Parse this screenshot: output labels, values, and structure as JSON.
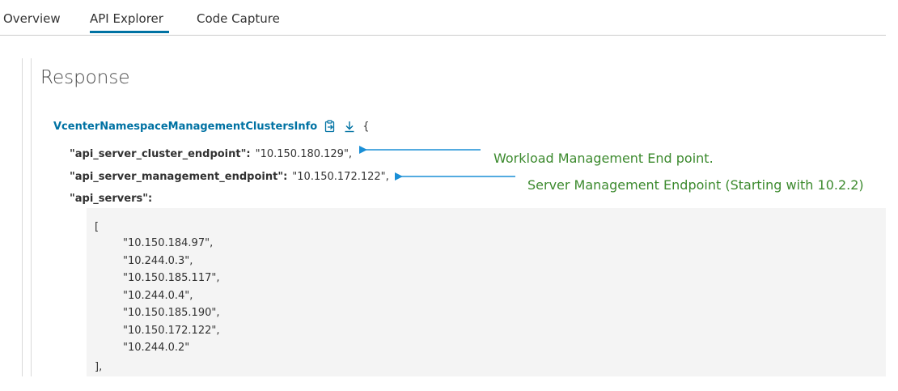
{
  "tabs": [
    {
      "label": "Overview"
    },
    {
      "label": "API Explorer"
    },
    {
      "label": "Code Capture"
    }
  ],
  "response": {
    "title": "Response",
    "type_name": "VcenterNamespaceManagementClustersInfo",
    "open_brace": "{",
    "fields": [
      {
        "key": "\"api_server_cluster_endpoint\":",
        "value": "\"10.150.180.129\","
      },
      {
        "key": "\"api_server_management_endpoint\":",
        "value": "\"10.150.172.122\","
      },
      {
        "key": "\"api_servers\":",
        "value": ""
      }
    ],
    "api_servers_block": {
      "open": "[",
      "items": [
        "\"10.150.184.97\",",
        "\"10.244.0.3\",",
        "\"10.150.185.117\",",
        "\"10.244.0.4\",",
        "\"10.150.185.190\",",
        "\"10.150.172.122\",",
        "\"10.244.0.2\""
      ],
      "close": "],"
    }
  },
  "annotations": [
    {
      "text": "Workload Management End point."
    },
    {
      "text": "Server Management Endpoint (Starting with 10.2.2)"
    }
  ],
  "icons": [
    "copy-clipboard-icon",
    "download-icon"
  ],
  "colors": {
    "accent": "#0072a3",
    "annotation": "#3c8a2e",
    "arrow": "#1a8fd6",
    "code_bg": "#f4f4f4"
  }
}
